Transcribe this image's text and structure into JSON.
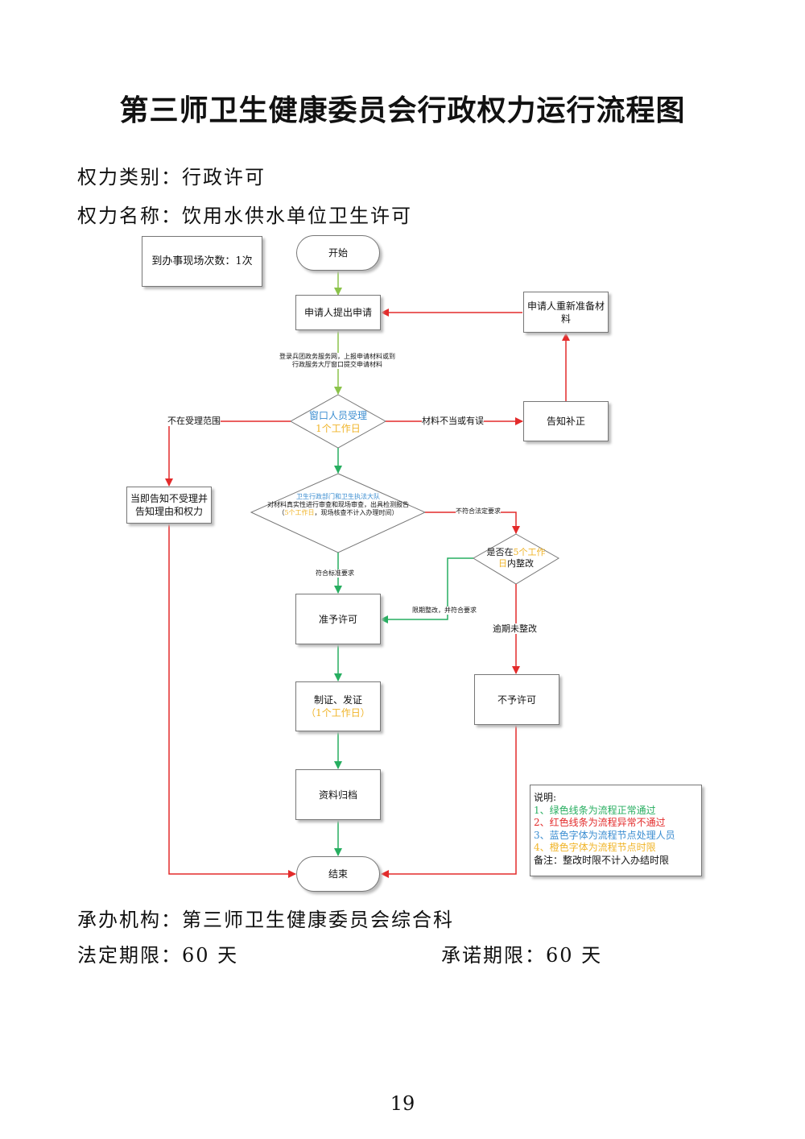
{
  "title": "第三师卫生健康委员会行政权力运行流程图",
  "category": {
    "label": "权力类别：",
    "value": "行政许可"
  },
  "power_name": {
    "label": "权力名称：",
    "value": "饮用水供水单位卫生许可"
  },
  "visits": "到办事现场次数：1次",
  "nodes": {
    "start": "开始",
    "apply": "申请人提出申请",
    "reprepare": "申请人重新准备材料",
    "notify_fix": "告知补正",
    "window_accept": {
      "role": "窗口人员受理",
      "time": "1个工作日"
    },
    "reject_notice": "当即告知不受理并告知理由和权力",
    "review": {
      "role": "卫生行政部门和卫生执法大队",
      "text1": "对材料真实性进行审查和现场审查，出具检测报告（",
      "time": "5个工作日",
      "text2": "，现场核查不计入办理时间）"
    },
    "rectify": {
      "text1": "是否在",
      "time": "5个工作日",
      "text2": "内整改"
    },
    "grant": "准予许可",
    "issue": {
      "text": "制证、发证",
      "time": "（1个工作日）"
    },
    "deny": "不予许可",
    "archive": "资料归档",
    "end": "结束"
  },
  "edges": {
    "submit": "登录兵团政务服务网，上报申请材料或到行政服务大厅窗口提交申请材料",
    "out_of_scope": "不在受理范围",
    "materials_wrong": "材料不当或有误",
    "not_legal": "不符合法定要求",
    "meets_standard": "符合标准要求",
    "rectified": "限期整改，并符合要求",
    "overdue": "逾期未整改"
  },
  "legend": {
    "title": "说明:",
    "items": [
      {
        "text": "1、绿色线条为流程正常通过",
        "color": "#27ae60"
      },
      {
        "text": "2、红色线条为流程异常不通过",
        "color": "#e32b2b"
      },
      {
        "text": "3、蓝色字体为流程节点处理人员",
        "color": "#3c8ed1"
      },
      {
        "text": "4、橙色字体为流程节点时限",
        "color": "#f0b428"
      }
    ],
    "note": "备注：整改时限不计入办结时限"
  },
  "handling_org": {
    "label": "承办机构：",
    "value": "第三师卫生健康委员会综合科"
  },
  "legal_limit": {
    "label": "法定期限：",
    "value": "60 天"
  },
  "promise_limit": {
    "label": "承诺期限：",
    "value": "60 天"
  },
  "page_number": "19",
  "colors": {
    "normal": "#27ae60",
    "abnormal": "#e32b2b",
    "submit_line": "#8bc34a"
  }
}
